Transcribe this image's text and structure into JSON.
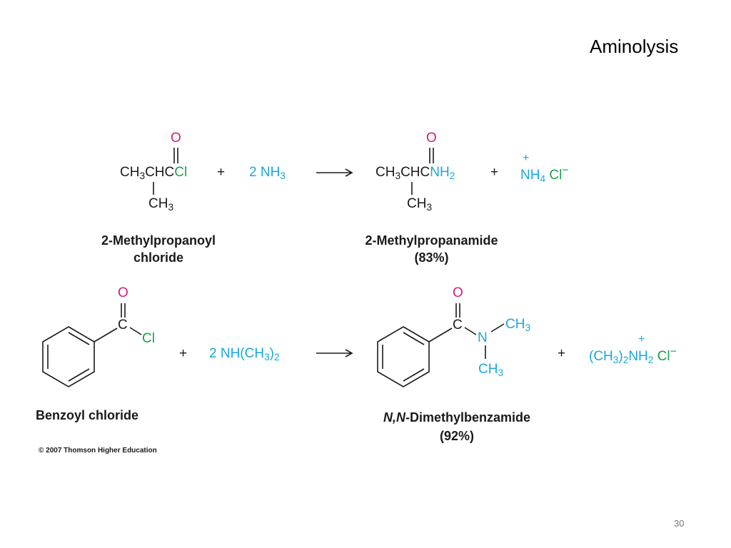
{
  "slide": {
    "title": "Aminolysis",
    "page_number": "30",
    "copyright": "© 2007 Thomson Higher Education"
  },
  "reaction1": {
    "reactant": {
      "prefix": "CH",
      "sub1": "3",
      "mid": "CHC",
      "halide": "Cl",
      "oxygen": "O",
      "branch_ch": "CH",
      "branch_sub": "3"
    },
    "plus1": "+",
    "reagent": {
      "text": "2 NH",
      "sub": "3"
    },
    "product": {
      "prefix": "CH",
      "sub1": "3",
      "mid": "CHC",
      "amine": "NH",
      "amine_sub": "2",
      "oxygen": "O",
      "branch_ch": "CH",
      "branch_sub": "3"
    },
    "plus2": "+",
    "byproduct": {
      "ammonium": "NH",
      "ammonium_sub": "4",
      "charge": "+",
      "chloride": "Cl",
      "chloride_charge": "−"
    },
    "reactant_name": [
      "2-Methylpropanoyl",
      "chloride"
    ],
    "product_name": [
      "2-Methylpropanamide",
      "(83%)"
    ]
  },
  "reaction2": {
    "reactant": {
      "carbon": "C",
      "oxygen": "O",
      "halide": "Cl"
    },
    "plus1": "+",
    "reagent": {
      "text": "2 NH(CH",
      "sub": "3",
      "close": ")",
      "sub2": "2"
    },
    "product": {
      "carbon": "C",
      "oxygen": "O",
      "nitrogen": "N",
      "methyl_top": "CH",
      "methyl_top_sub": "3",
      "methyl_bottom": "CH",
      "methyl_bottom_sub": "3"
    },
    "plus2": "+",
    "byproduct": {
      "open": "(CH",
      "sub1": "3",
      "close": ")",
      "sub2": "2",
      "amine": "NH",
      "amine_sub": "2",
      "charge": "+",
      "chloride": "Cl",
      "chloride_charge": "−"
    },
    "reactant_name": "Benzoyl chloride",
    "product_name_italic": "N,N",
    "product_name_rest": "-Dimethylbenzamide",
    "product_yield": "(92%)"
  },
  "colors": {
    "reagent": "#1aa7dc",
    "oxygen": "#d01c7e",
    "chlorine": "#18a14a",
    "skeleton": "#1a1a1a"
  }
}
